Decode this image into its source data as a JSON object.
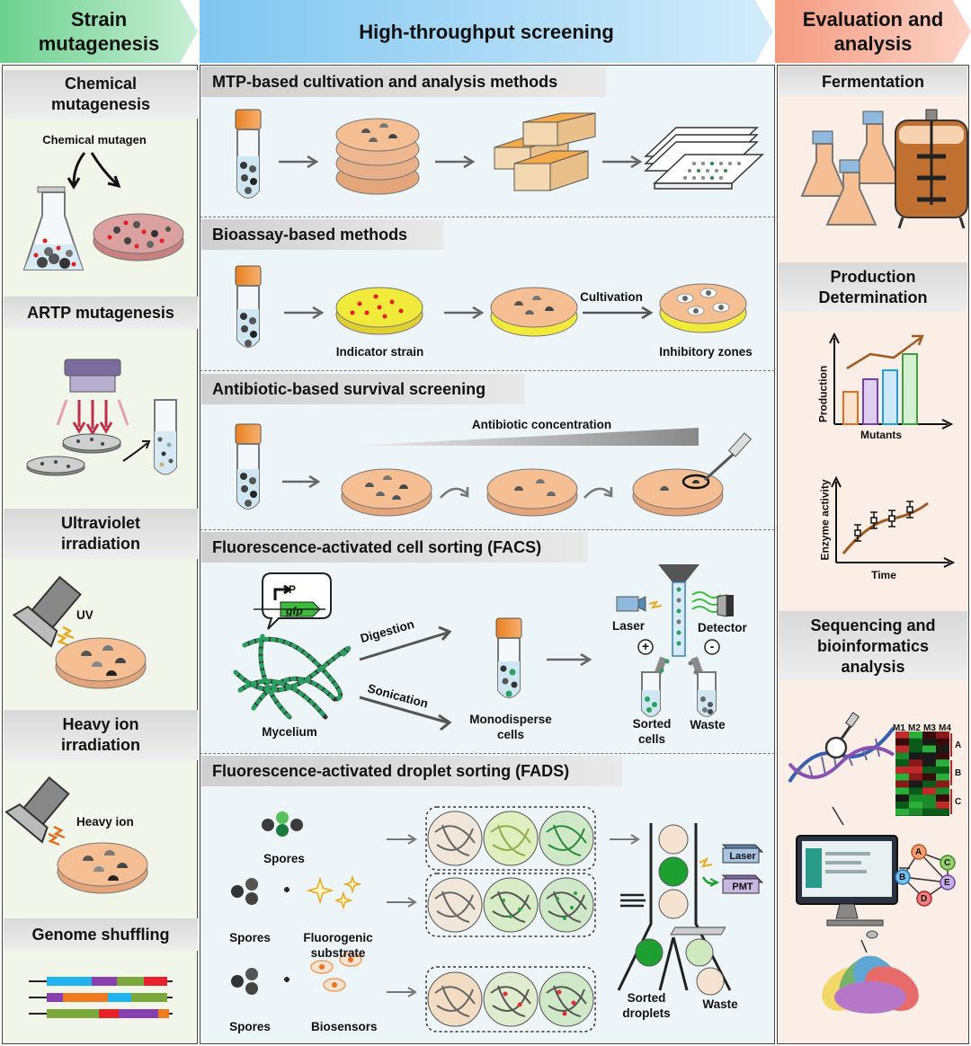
{
  "headers": {
    "left": "Strain\nmutagenesis",
    "middle": "High-throughput screening",
    "right": "Evaluation and\nanalysis"
  },
  "left": {
    "chemical_title": "Chemical\nmutagenesis",
    "chemical_mutagen": "Chemical mutagen",
    "artp_title": "ARTP mutagenesis",
    "uv_title": "Ultraviolet\nirradiation",
    "uv_label": "UV",
    "heavy_title": "Heavy ion\nirradiation",
    "heavy_label": "Heavy ion",
    "genome_title": "Genome shuffling"
  },
  "middle": {
    "mtp_title": "MTP-based cultivation and analysis methods",
    "bioassay_title": "Bioassay-based methods",
    "indicator": "Indicator strain",
    "cultivation": "Cultivation",
    "inhibitory": "Inhibitory zones",
    "antibiotic_title": "Antibiotic-based survival screening",
    "antibiotic_conc": "Antibiotic concentration",
    "facs_title": "Fluorescence-activated cell sorting (FACS)",
    "promoter": "P",
    "gfp": "gfp",
    "digestion": "Digestion",
    "sonication": "Sonication",
    "mycelium": "Mycelium",
    "monodisperse": "Monodisperse\ncells",
    "laser": "Laser",
    "detector": "Detector",
    "plus": "+",
    "minus": "-",
    "sorted_cells": "Sorted\ncells",
    "waste": "Waste",
    "fads_title": "Fluorescence-activated droplet sorting (FADS)",
    "spores": "Spores",
    "fluorogenic": "Fluorogenic\nsubstrate",
    "biosensors": "Biosensors",
    "laser_box": "Laser",
    "pmt_box": "PMT",
    "sorted_droplets": "Sorted\ndroplets",
    "waste2": "Waste"
  },
  "right": {
    "fermentation_title": "Fermentation",
    "production_title": "Production\nDetermination",
    "production_axis": "Production",
    "mutants_axis": "Mutants",
    "enzyme_axis": "Enzyme activity",
    "time_axis": "Time",
    "sequencing_title": "Sequencing and\nbioinformatics\nanalysis",
    "heatmap_cols": [
      "M1",
      "M2",
      "M3",
      "M4"
    ],
    "heatmap_groups": [
      "A",
      "B",
      "C"
    ],
    "network_nodes": [
      "A",
      "B",
      "C",
      "D",
      "E"
    ]
  },
  "colors": {
    "left_header": "#8fd9a8",
    "middle_header": "#a9d8f5",
    "right_header": "#f7b29d",
    "left_bg": "#f1f5ea",
    "middle_bg": "#edf5f8",
    "right_bg": "#fbeee6",
    "agar": "#f6be93"
  }
}
